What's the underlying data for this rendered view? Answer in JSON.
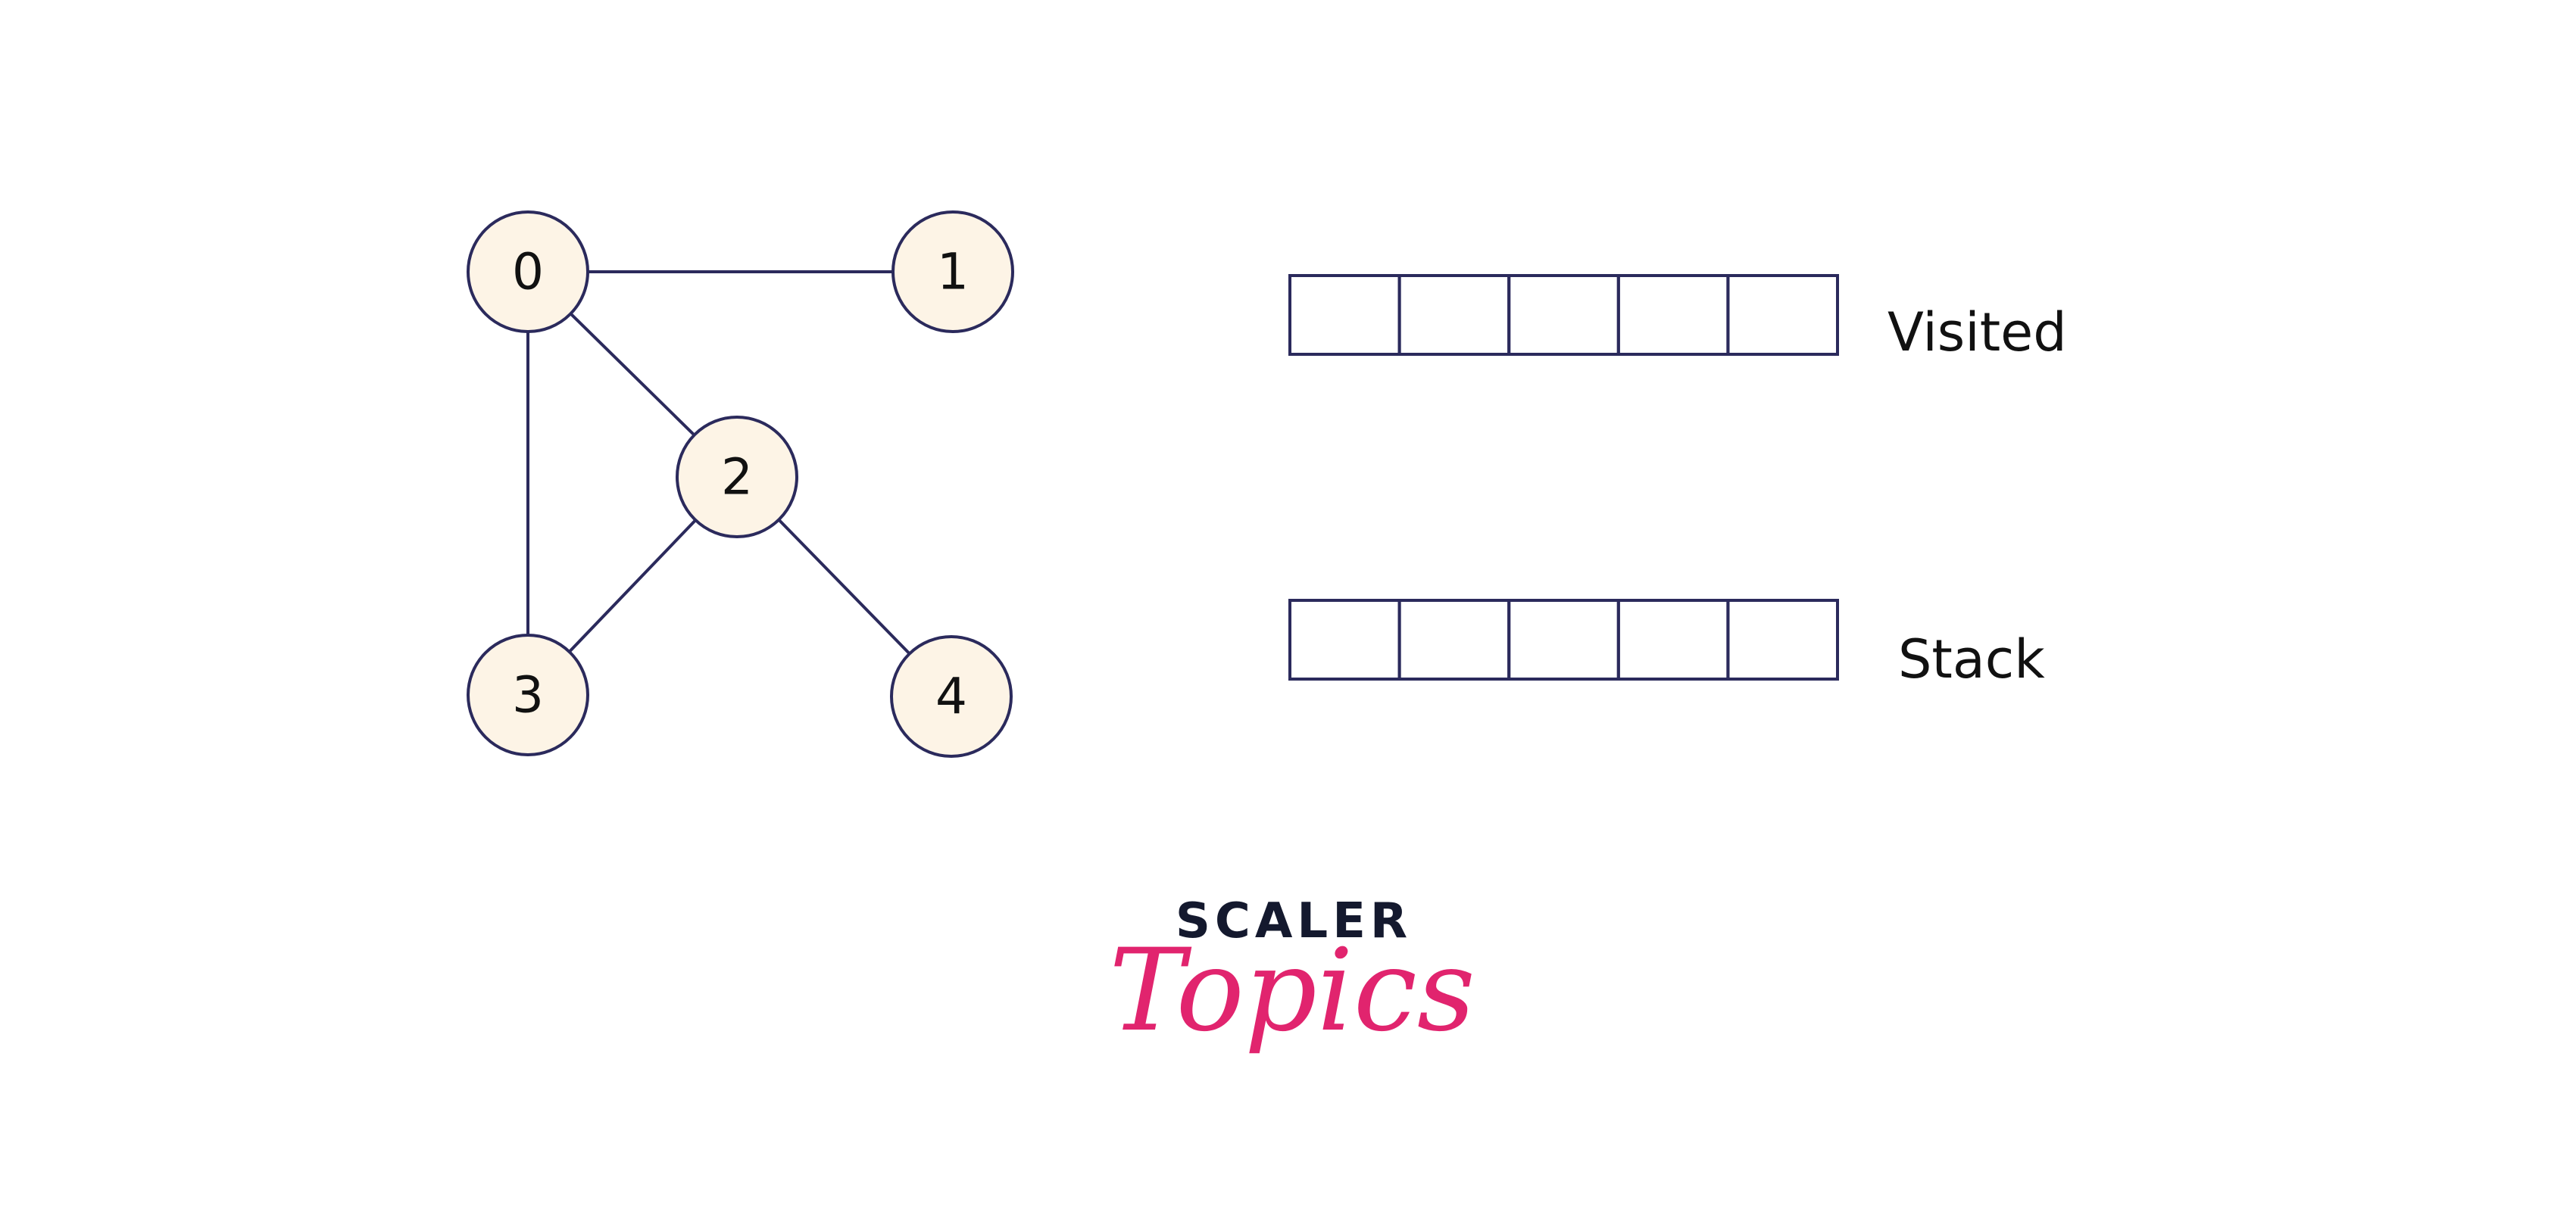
{
  "colors": {
    "background": "#ffffff",
    "stroke": "#2b2a5c",
    "node_fill": "#fdf4e6",
    "text": "#111111",
    "logo_dark": "#14192e",
    "logo_pink": "#e1246e"
  },
  "graph": {
    "nodes": [
      {
        "id": "0",
        "label": "0"
      },
      {
        "id": "1",
        "label": "1"
      },
      {
        "id": "2",
        "label": "2"
      },
      {
        "id": "3",
        "label": "3"
      },
      {
        "id": "4",
        "label": "4"
      }
    ],
    "edges": [
      {
        "from": "0",
        "to": "1"
      },
      {
        "from": "0",
        "to": "2"
      },
      {
        "from": "0",
        "to": "3"
      },
      {
        "from": "2",
        "to": "3"
      },
      {
        "from": "2",
        "to": "4"
      }
    ]
  },
  "arrays": {
    "visited": {
      "label": "Visited",
      "cells": [
        "",
        "",
        "",
        "",
        ""
      ]
    },
    "stack": {
      "label": "Stack",
      "cells": [
        "",
        "",
        "",
        "",
        ""
      ]
    }
  },
  "logo": {
    "top": "SCALER",
    "script": "Topics"
  }
}
